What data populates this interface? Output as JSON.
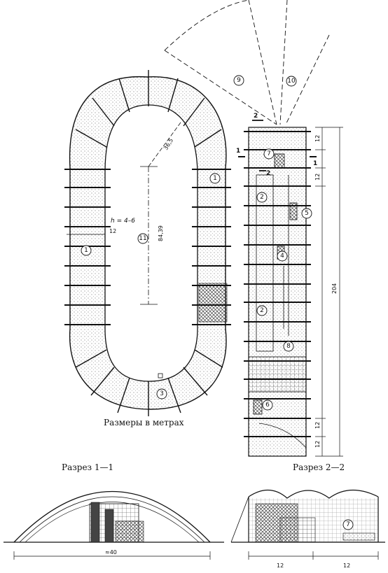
{
  "captions": {
    "units": "Размеры в метрах",
    "section_1": "Разрез 1—1",
    "section_2": "Разрез 2—2"
  },
  "plan": {
    "dim_radius": "36,5",
    "dim_length": "84,39",
    "height_note": "h = 4–6",
    "small_dim": "12"
  },
  "markers": {
    "m1": "1",
    "m2": "2",
    "m3": "3",
    "m4": "4",
    "m5": "5",
    "m6": "6",
    "m7": "7",
    "m8": "8",
    "m9": "9",
    "m10": "10",
    "m11": "11"
  },
  "strip_dims": {
    "d12": "12",
    "total": "204"
  },
  "section_marks": {
    "s1": "1",
    "s2": "2"
  },
  "bottom_dims": {
    "span": "≈40",
    "bay_a": "12",
    "bay_b": "12"
  }
}
